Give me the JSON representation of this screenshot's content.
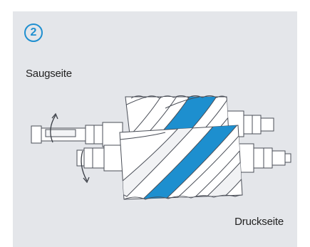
{
  "step": {
    "number": "2",
    "icon": "numbered-circle-icon",
    "color": "#1f8fd0"
  },
  "labels": {
    "suction_side": "Saugseite",
    "discharge_side": "Druckseite"
  },
  "diagram": {
    "subject": "screw-rotor-pair",
    "colors": {
      "background": "#e4e6ea",
      "highlight": "#1d8fcf",
      "rotor_fill": "#ffffff",
      "outline": "#4a4e57"
    }
  }
}
